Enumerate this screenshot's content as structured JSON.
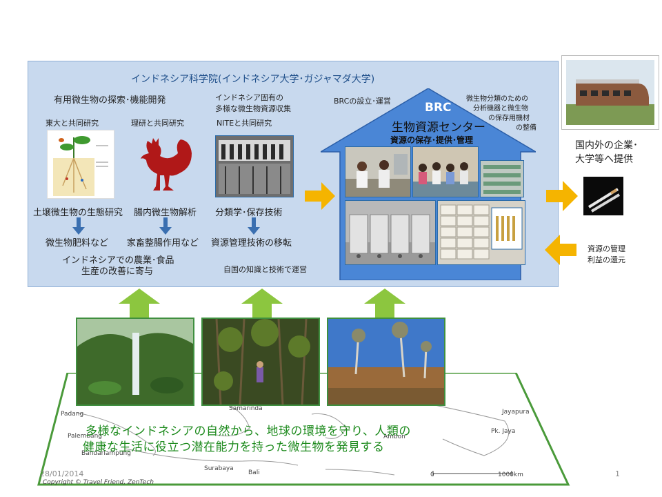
{
  "panel": {
    "title": "インドネシア科学院(インドネシア大学･ガジャマダ大学)",
    "col1_heading": "有用微生物の探索･機能開発",
    "col1_sub_a": "東大と共同研究",
    "col1_sub_b": "理研と共同研究",
    "col1_research_a": "土壌微生物の生態研究",
    "col1_research_b": "腸内微生物解析",
    "col1_result_a": "微生物肥料など",
    "col1_result_b": "家畜整腸作用など",
    "col1_summary_1": "インドネシアでの農業･食品",
    "col1_summary_2": "生産の改善に寄与",
    "col2_heading_1": "インドネシア固有の",
    "col2_heading_2": "多様な微生物資源収集",
    "col2_sub": "NITEと共同研究",
    "col2_research": "分類学･保存技術",
    "col2_result": "資源管理技術の移転",
    "col2_summary": "自国の知識と技術で運営",
    "col3_heading": "BRCの設立･運営",
    "col3_note_1": "微生物分類のための",
    "col3_note_2": "分析機器と微生物",
    "col3_note_3": "の保存用機材",
    "col3_note_4": "の整備",
    "brc_label": "BRC",
    "brc_title": "生物資源センター",
    "brc_subtitle": "資源の保存･提供･管理"
  },
  "right": {
    "provide_1": "国内外の企業･",
    "provide_2": "大学等へ提供",
    "return_1": "資源の管理",
    "return_2": "利益の還元"
  },
  "map": {
    "message_1": "多様なインドネシアの自然から、地球の環境を守り、人類の",
    "message_2": "健康な生活に役立つ潜在能力を持った微生物を発見する",
    "places": [
      "Padang",
      "Samarinda",
      "Palembang",
      "Bandarlampung",
      "Surabaya",
      "Bali",
      "Ambon",
      "Jayapura",
      "Pk. Jaya"
    ],
    "scale_start": "0",
    "scale_end": "1000km",
    "copyright": "Copyright © Travel Friend, ZenTech"
  },
  "footer": {
    "date": "28/01/2014",
    "page": "1"
  },
  "colors": {
    "panel": "#c8d9ee",
    "house": "#4a86d6",
    "arrow_orange": "#f5b400",
    "arrow_green": "#8cc63f",
    "arrow_blue": "#3a6fb0",
    "message_green": "#1e8b1e",
    "rooster_red": "#b01818"
  }
}
